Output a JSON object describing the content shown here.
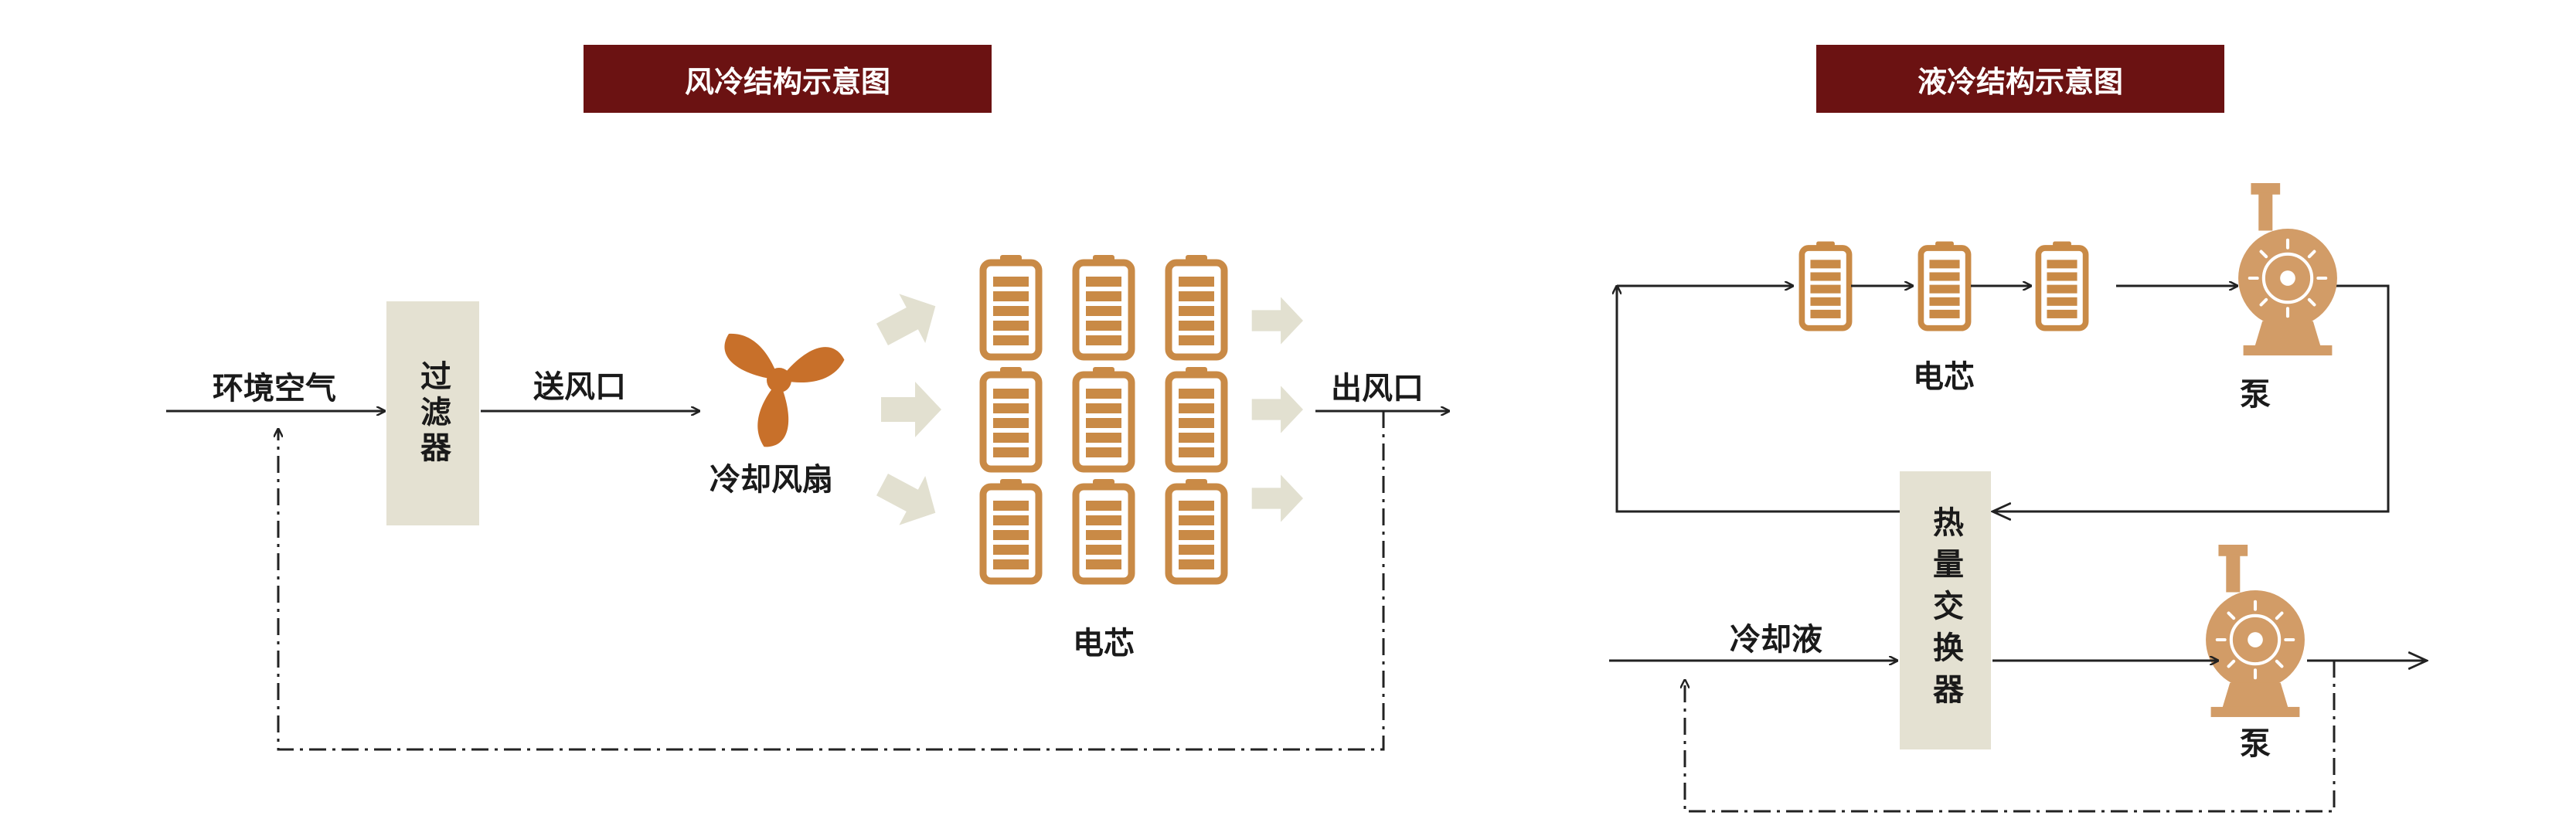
{
  "air_cooling": {
    "title": "风冷结构示意图",
    "ambient_air": "环境空气",
    "filter": "过滤器",
    "air_inlet": "送风口",
    "cooling_fan": "冷却风扇",
    "cells": "电芯",
    "air_outlet": "出风口"
  },
  "liquid_cooling": {
    "title": "液冷结构示意图",
    "cells": "电芯",
    "pump_top": "泵",
    "heat_exchanger": "热量交换器",
    "coolant": "冷却液",
    "pump_bottom": "泵"
  },
  "colors": {
    "title_bg": "#6b1212",
    "battery": "#c98a46",
    "fan": "#c8702a",
    "pump": "#d29c67",
    "filter_box": "#e4e1d2",
    "flow_arrow": "#e2e0d0",
    "line": "#222222"
  }
}
